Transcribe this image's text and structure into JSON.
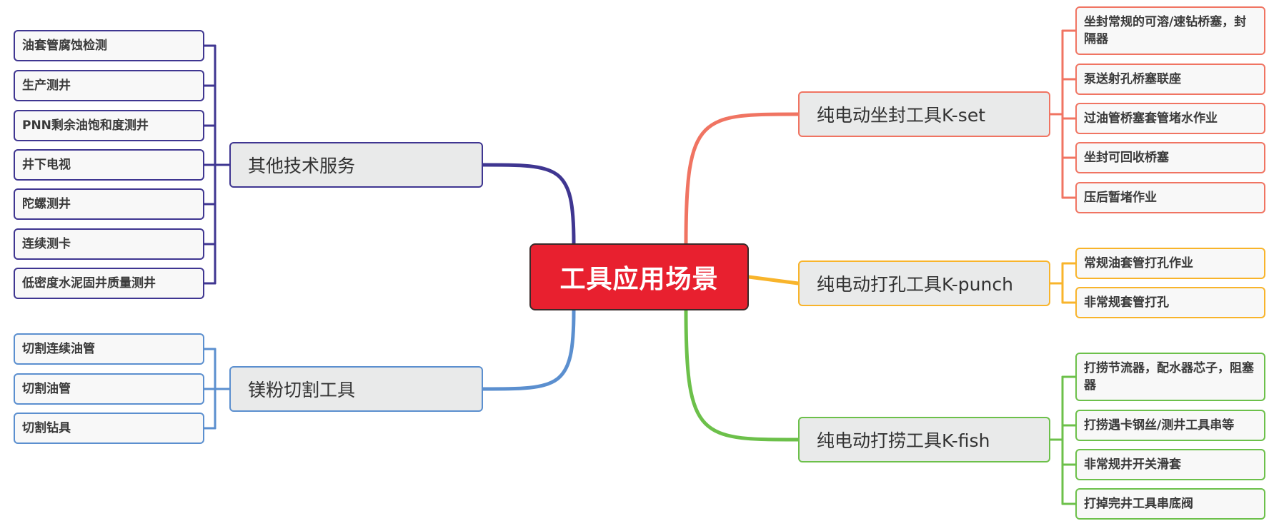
{
  "root": {
    "label": "工具应用场景",
    "color": "#e8202f"
  },
  "branches": [
    {
      "label": "纯电动坐封工具K-set",
      "color": "#f07462",
      "children": [
        "坐封常规的可溶/速钻桥塞，封隔器",
        "泵送射孔桥塞联座",
        "过油管桥塞套管堵水作业",
        "坐封可回收桥塞",
        "压后暂堵作业"
      ]
    },
    {
      "label": "纯电动打孔工具K-punch",
      "color": "#f8b42b",
      "children": [
        "常规油套管打孔作业",
        "非常规套管打孔"
      ]
    },
    {
      "label": "纯电动打捞工具K-fish",
      "color": "#6cc04a",
      "children": [
        "打捞节流器，配水器芯子，阻塞器",
        "打捞遇卡钢丝/测井工具串等",
        "非常规井开关滑套",
        "打掉完井工具串底阀"
      ]
    },
    {
      "label": "其他技术服务",
      "color": "#3f3691",
      "children": [
        "油套管腐蚀检测",
        "生产测井",
        "PNN剩余油饱和度测井",
        "井下电视",
        "陀螺测井",
        "连续测卡",
        "低密度水泥固井质量测井"
      ]
    },
    {
      "label": "镁粉切割工具",
      "color": "#5b8fcf",
      "children": [
        "切割连续油管",
        "切割油管",
        "切割钻具"
      ]
    }
  ]
}
